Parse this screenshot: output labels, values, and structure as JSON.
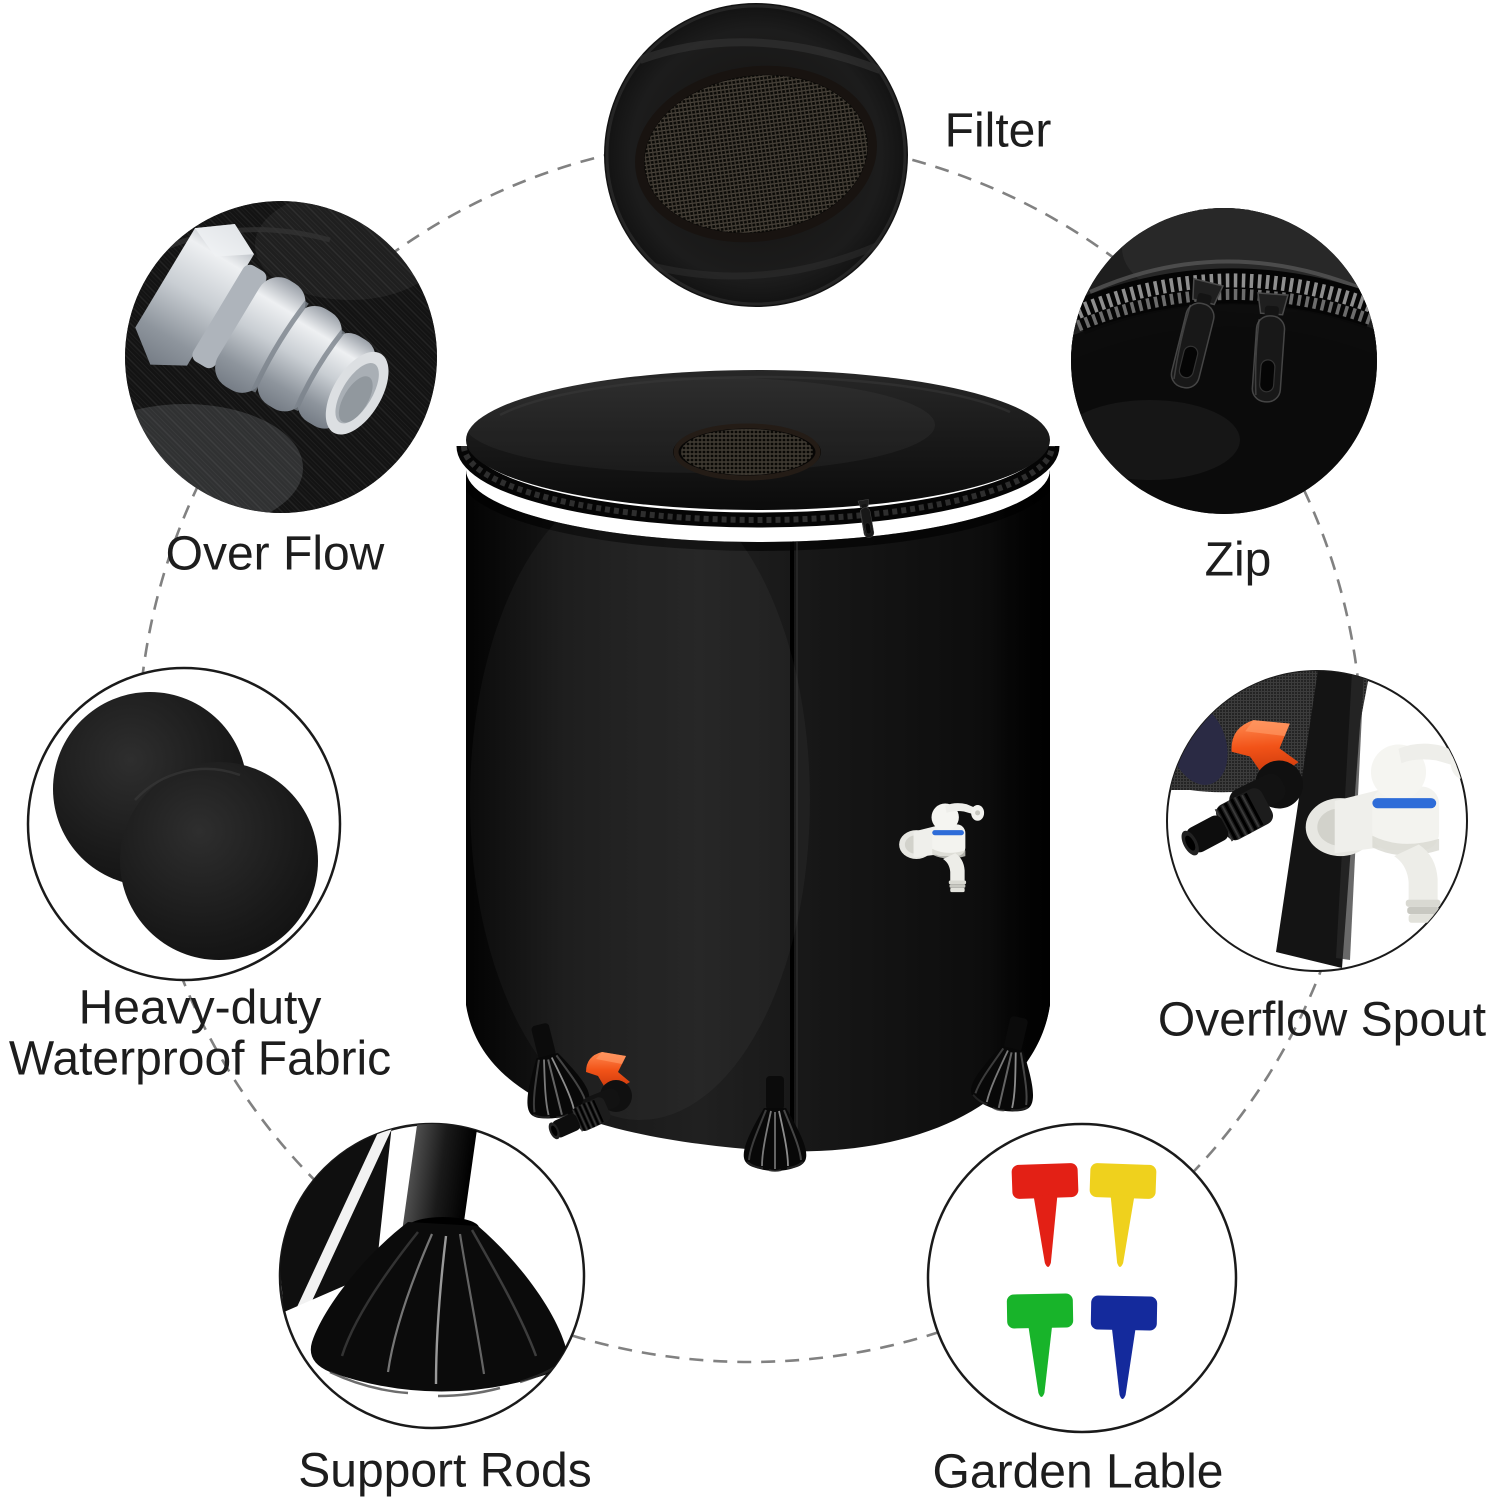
{
  "page": {
    "background": "#ffffff"
  },
  "labels": {
    "filter": "Filter",
    "over_flow": "Over Flow",
    "zip": "Zip",
    "fabric_line1": "Heavy-duty",
    "fabric_line2": "Waterproof Fabric",
    "overflow_spout": "Overflow Spout",
    "support_rods": "Support Rods",
    "garden_label": "Garden Lable"
  },
  "colors": {
    "text": "#1d1d1d",
    "dashed_ring": "#818181",
    "barrel_black": "#111111",
    "valve_orange": "#f04e17",
    "faucet_white": "#f3f3ef",
    "faucet_blue_band": "#2e6cd8",
    "fitting_grey": "#c9ced3",
    "garden_red": "#e32015",
    "garden_yellow": "#efd11d",
    "garden_green": "#18b42a",
    "garden_blue": "#142a9c"
  }
}
